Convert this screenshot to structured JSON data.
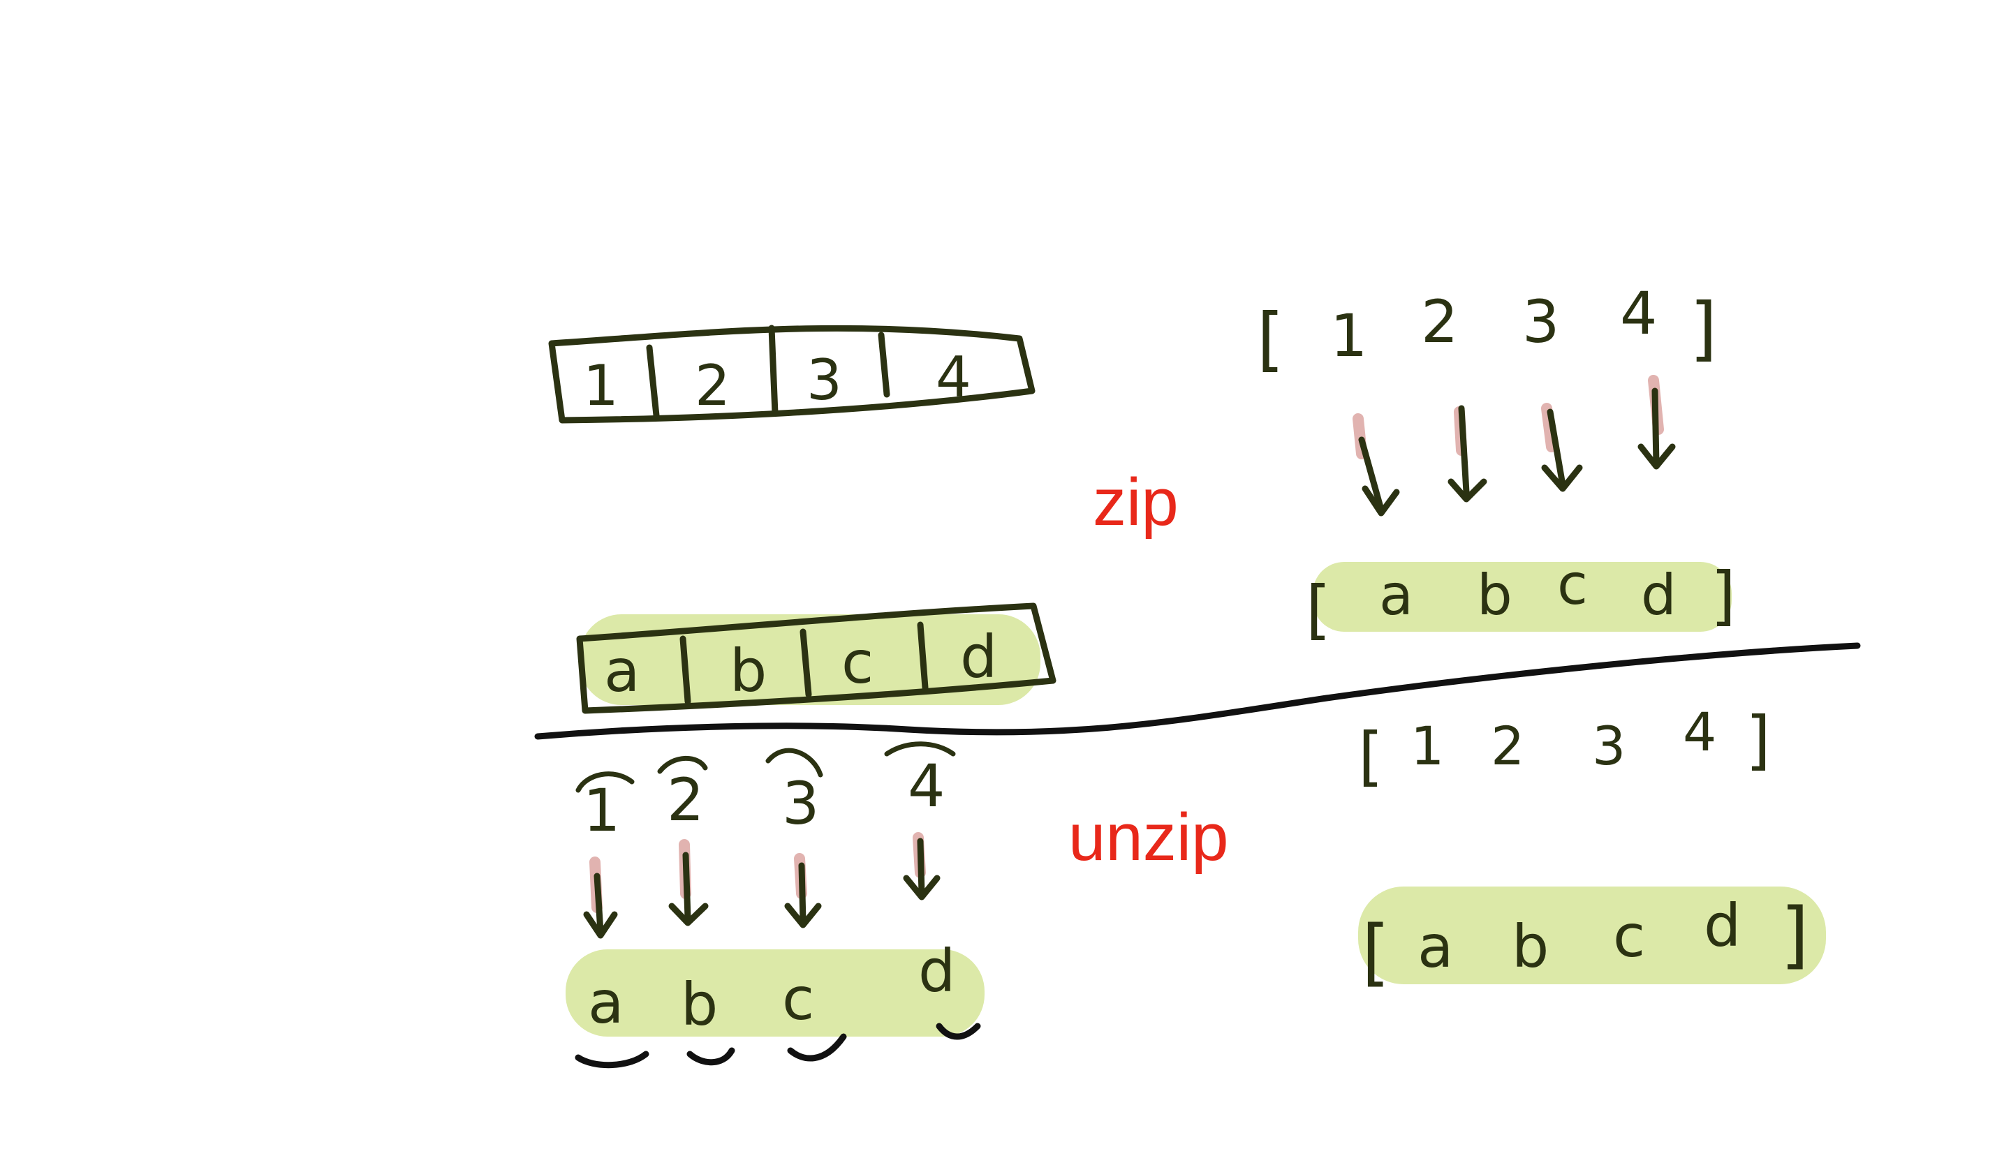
{
  "labels": {
    "zip": "zip",
    "unzip": "unzip",
    "label_color": "#e8281a"
  },
  "zip_section": {
    "pairs_boxed": [
      "1",
      "2",
      "3",
      "4"
    ],
    "letters_boxed": [
      "a",
      "b",
      "c",
      "d"
    ],
    "number_list": {
      "open": "[",
      "items": [
        "1",
        "2",
        "3",
        "4"
      ],
      "close": "]"
    },
    "letter_list": {
      "open": "[",
      "items": [
        "a",
        "b",
        "c",
        "d"
      ],
      "close": "]"
    }
  },
  "unzip_section": {
    "numbers": [
      "1",
      "2",
      "3",
      "4"
    ],
    "letters": [
      "a",
      "b",
      "c",
      "d"
    ],
    "number_list": {
      "open": "[",
      "items": [
        "1",
        "2",
        "3",
        "4"
      ],
      "close": "]"
    },
    "letter_list": {
      "open": "[",
      "items": [
        "a",
        "b",
        "c",
        "d"
      ],
      "close": "]"
    }
  },
  "colors": {
    "ink": "#2b3212",
    "highlight": "#c9dd7a",
    "divider": "#111111"
  }
}
